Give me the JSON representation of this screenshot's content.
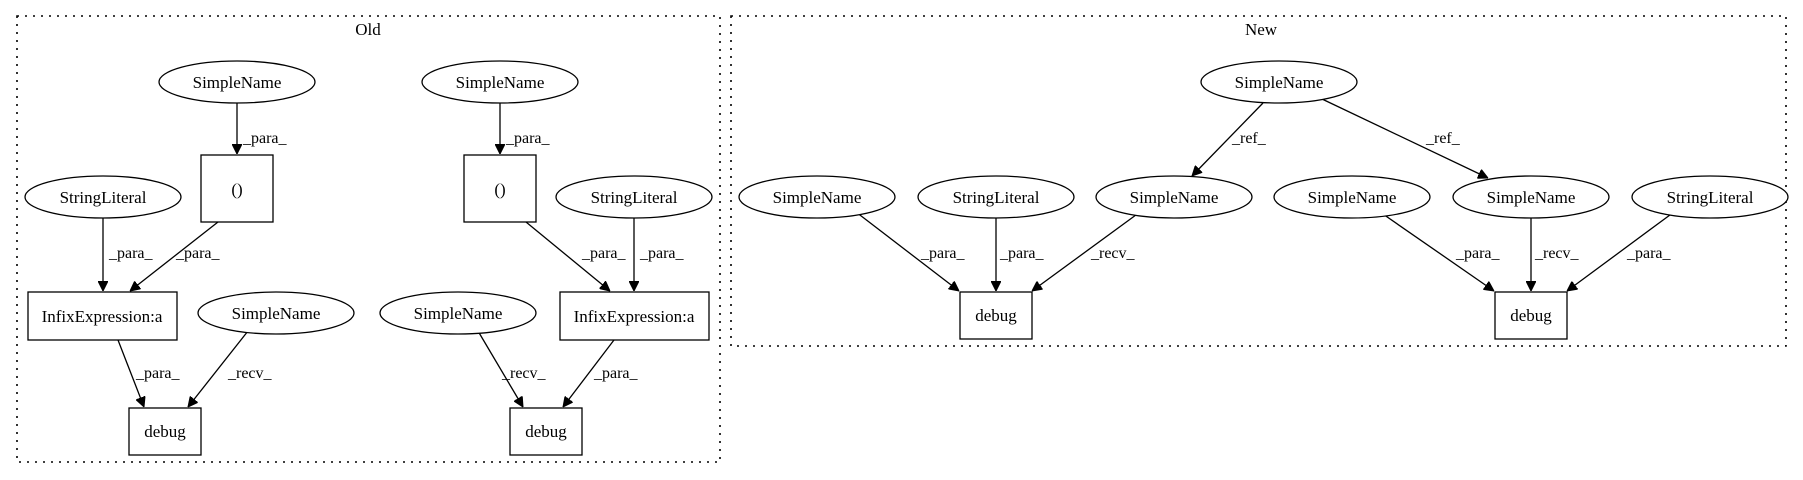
{
  "clusters": {
    "old": {
      "label": "Old"
    },
    "new": {
      "label": "New"
    }
  },
  "nodes": {
    "o_sn1": {
      "label": "SimpleName",
      "shape": "ellipse"
    },
    "o_sn2": {
      "label": "SimpleName",
      "shape": "ellipse"
    },
    "o_paren1": {
      "label": "()",
      "shape": "box"
    },
    "o_paren2": {
      "label": "()",
      "shape": "box"
    },
    "o_sl1": {
      "label": "StringLiteral",
      "shape": "ellipse"
    },
    "o_sl2": {
      "label": "StringLiteral",
      "shape": "ellipse"
    },
    "o_infix1": {
      "label": "InfixExpression:a",
      "shape": "box"
    },
    "o_infix2": {
      "label": "InfixExpression:a",
      "shape": "box"
    },
    "o_sn3": {
      "label": "SimpleName",
      "shape": "ellipse"
    },
    "o_sn4": {
      "label": "SimpleName",
      "shape": "ellipse"
    },
    "o_debug1": {
      "label": "debug",
      "shape": "box"
    },
    "o_debug2": {
      "label": "debug",
      "shape": "box"
    },
    "n_sn_top": {
      "label": "SimpleName",
      "shape": "ellipse"
    },
    "n_sn1": {
      "label": "SimpleName",
      "shape": "ellipse"
    },
    "n_sl1": {
      "label": "StringLiteral",
      "shape": "ellipse"
    },
    "n_sn2": {
      "label": "SimpleName",
      "shape": "ellipse"
    },
    "n_sn3": {
      "label": "SimpleName",
      "shape": "ellipse"
    },
    "n_sn4": {
      "label": "SimpleName",
      "shape": "ellipse"
    },
    "n_sl2": {
      "label": "StringLiteral",
      "shape": "ellipse"
    },
    "n_debug1": {
      "label": "debug",
      "shape": "box"
    },
    "n_debug2": {
      "label": "debug",
      "shape": "box"
    }
  },
  "edges": {
    "e1": {
      "from": "o_sn1",
      "to": "o_paren1",
      "label": "_para_"
    },
    "e2": {
      "from": "o_sn2",
      "to": "o_paren2",
      "label": "_para_"
    },
    "e3": {
      "from": "o_sl1",
      "to": "o_infix1",
      "label": "_para_"
    },
    "e4": {
      "from": "o_paren1",
      "to": "o_infix1",
      "label": "_para_"
    },
    "e5": {
      "from": "o_paren2",
      "to": "o_infix2",
      "label": "_para_"
    },
    "e6": {
      "from": "o_sl2",
      "to": "o_infix2",
      "label": "_para_"
    },
    "e7": {
      "from": "o_infix1",
      "to": "o_debug1",
      "label": "_para_"
    },
    "e8": {
      "from": "o_sn3",
      "to": "o_debug1",
      "label": "_recv_"
    },
    "e9": {
      "from": "o_sn4",
      "to": "o_debug2",
      "label": "_recv_"
    },
    "e10": {
      "from": "o_infix2",
      "to": "o_debug2",
      "label": "_para_"
    },
    "e11": {
      "from": "n_sn_top",
      "to": "n_sn2",
      "label": "_ref_"
    },
    "e12": {
      "from": "n_sn_top",
      "to": "n_sn4",
      "label": "_ref_"
    },
    "e13": {
      "from": "n_sn1",
      "to": "n_debug1",
      "label": "_para_"
    },
    "e14": {
      "from": "n_sl1",
      "to": "n_debug1",
      "label": "_para_"
    },
    "e15": {
      "from": "n_sn2",
      "to": "n_debug1",
      "label": "_recv_"
    },
    "e16": {
      "from": "n_sn3",
      "to": "n_debug2",
      "label": "_para_"
    },
    "e17": {
      "from": "n_sn4",
      "to": "n_debug2",
      "label": "_recv_"
    },
    "e18": {
      "from": "n_sl2",
      "to": "n_debug2",
      "label": "_para_"
    }
  }
}
